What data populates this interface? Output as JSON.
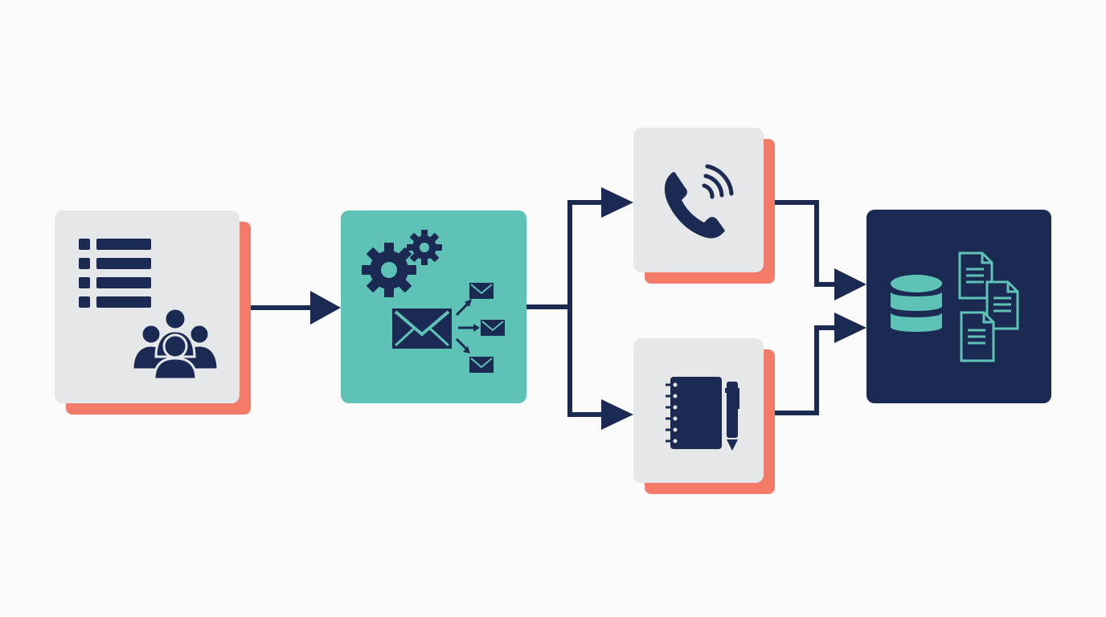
{
  "colors": {
    "navy": "#1b2a52",
    "teal": "#5fc2b6",
    "coral": "#f47b67",
    "light_gray": "#e5e7e9",
    "background": "#fbfbfb"
  },
  "nodes": [
    {
      "id": "contact-list",
      "icons": [
        "list-icon",
        "people-group-icon"
      ]
    },
    {
      "id": "email-automation",
      "icons": [
        "gears-icon",
        "envelope-icon",
        "distribution-envelopes-icon"
      ]
    },
    {
      "id": "phone-call",
      "icons": [
        "phone-ringing-icon"
      ]
    },
    {
      "id": "notes",
      "icons": [
        "notebook-icon",
        "pen-icon"
      ]
    },
    {
      "id": "crm-database",
      "icons": [
        "database-icon",
        "documents-icon"
      ]
    }
  ],
  "connections": [
    {
      "from": "contact-list",
      "to": "email-automation"
    },
    {
      "from": "email-automation",
      "to": "phone-call"
    },
    {
      "from": "email-automation",
      "to": "notes"
    },
    {
      "from": "phone-call",
      "to": "crm-database"
    },
    {
      "from": "notes",
      "to": "crm-database"
    }
  ]
}
